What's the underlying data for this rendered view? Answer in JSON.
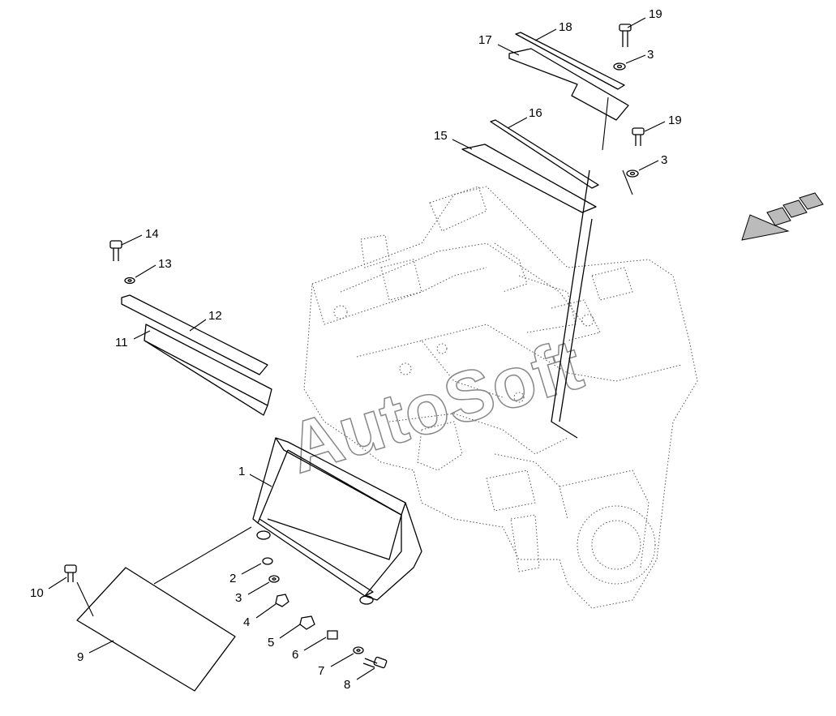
{
  "watermark": "AutoSoft",
  "callouts": [
    {
      "id": "c1",
      "label": "1"
    },
    {
      "id": "c2",
      "label": "2"
    },
    {
      "id": "c3a",
      "label": "3"
    },
    {
      "id": "c3b",
      "label": "3"
    },
    {
      "id": "c3c",
      "label": "3"
    },
    {
      "id": "c4",
      "label": "4"
    },
    {
      "id": "c5",
      "label": "5"
    },
    {
      "id": "c6",
      "label": "6"
    },
    {
      "id": "c7",
      "label": "7"
    },
    {
      "id": "c8",
      "label": "8"
    },
    {
      "id": "c9",
      "label": "9"
    },
    {
      "id": "c10",
      "label": "10"
    },
    {
      "id": "c11",
      "label": "11"
    },
    {
      "id": "c12",
      "label": "12"
    },
    {
      "id": "c13",
      "label": "13"
    },
    {
      "id": "c14",
      "label": "14"
    },
    {
      "id": "c15",
      "label": "15"
    },
    {
      "id": "c16",
      "label": "16"
    },
    {
      "id": "c17",
      "label": "17"
    },
    {
      "id": "c18",
      "label": "18"
    },
    {
      "id": "c19a",
      "label": "19"
    },
    {
      "id": "c19b",
      "label": "19"
    }
  ]
}
